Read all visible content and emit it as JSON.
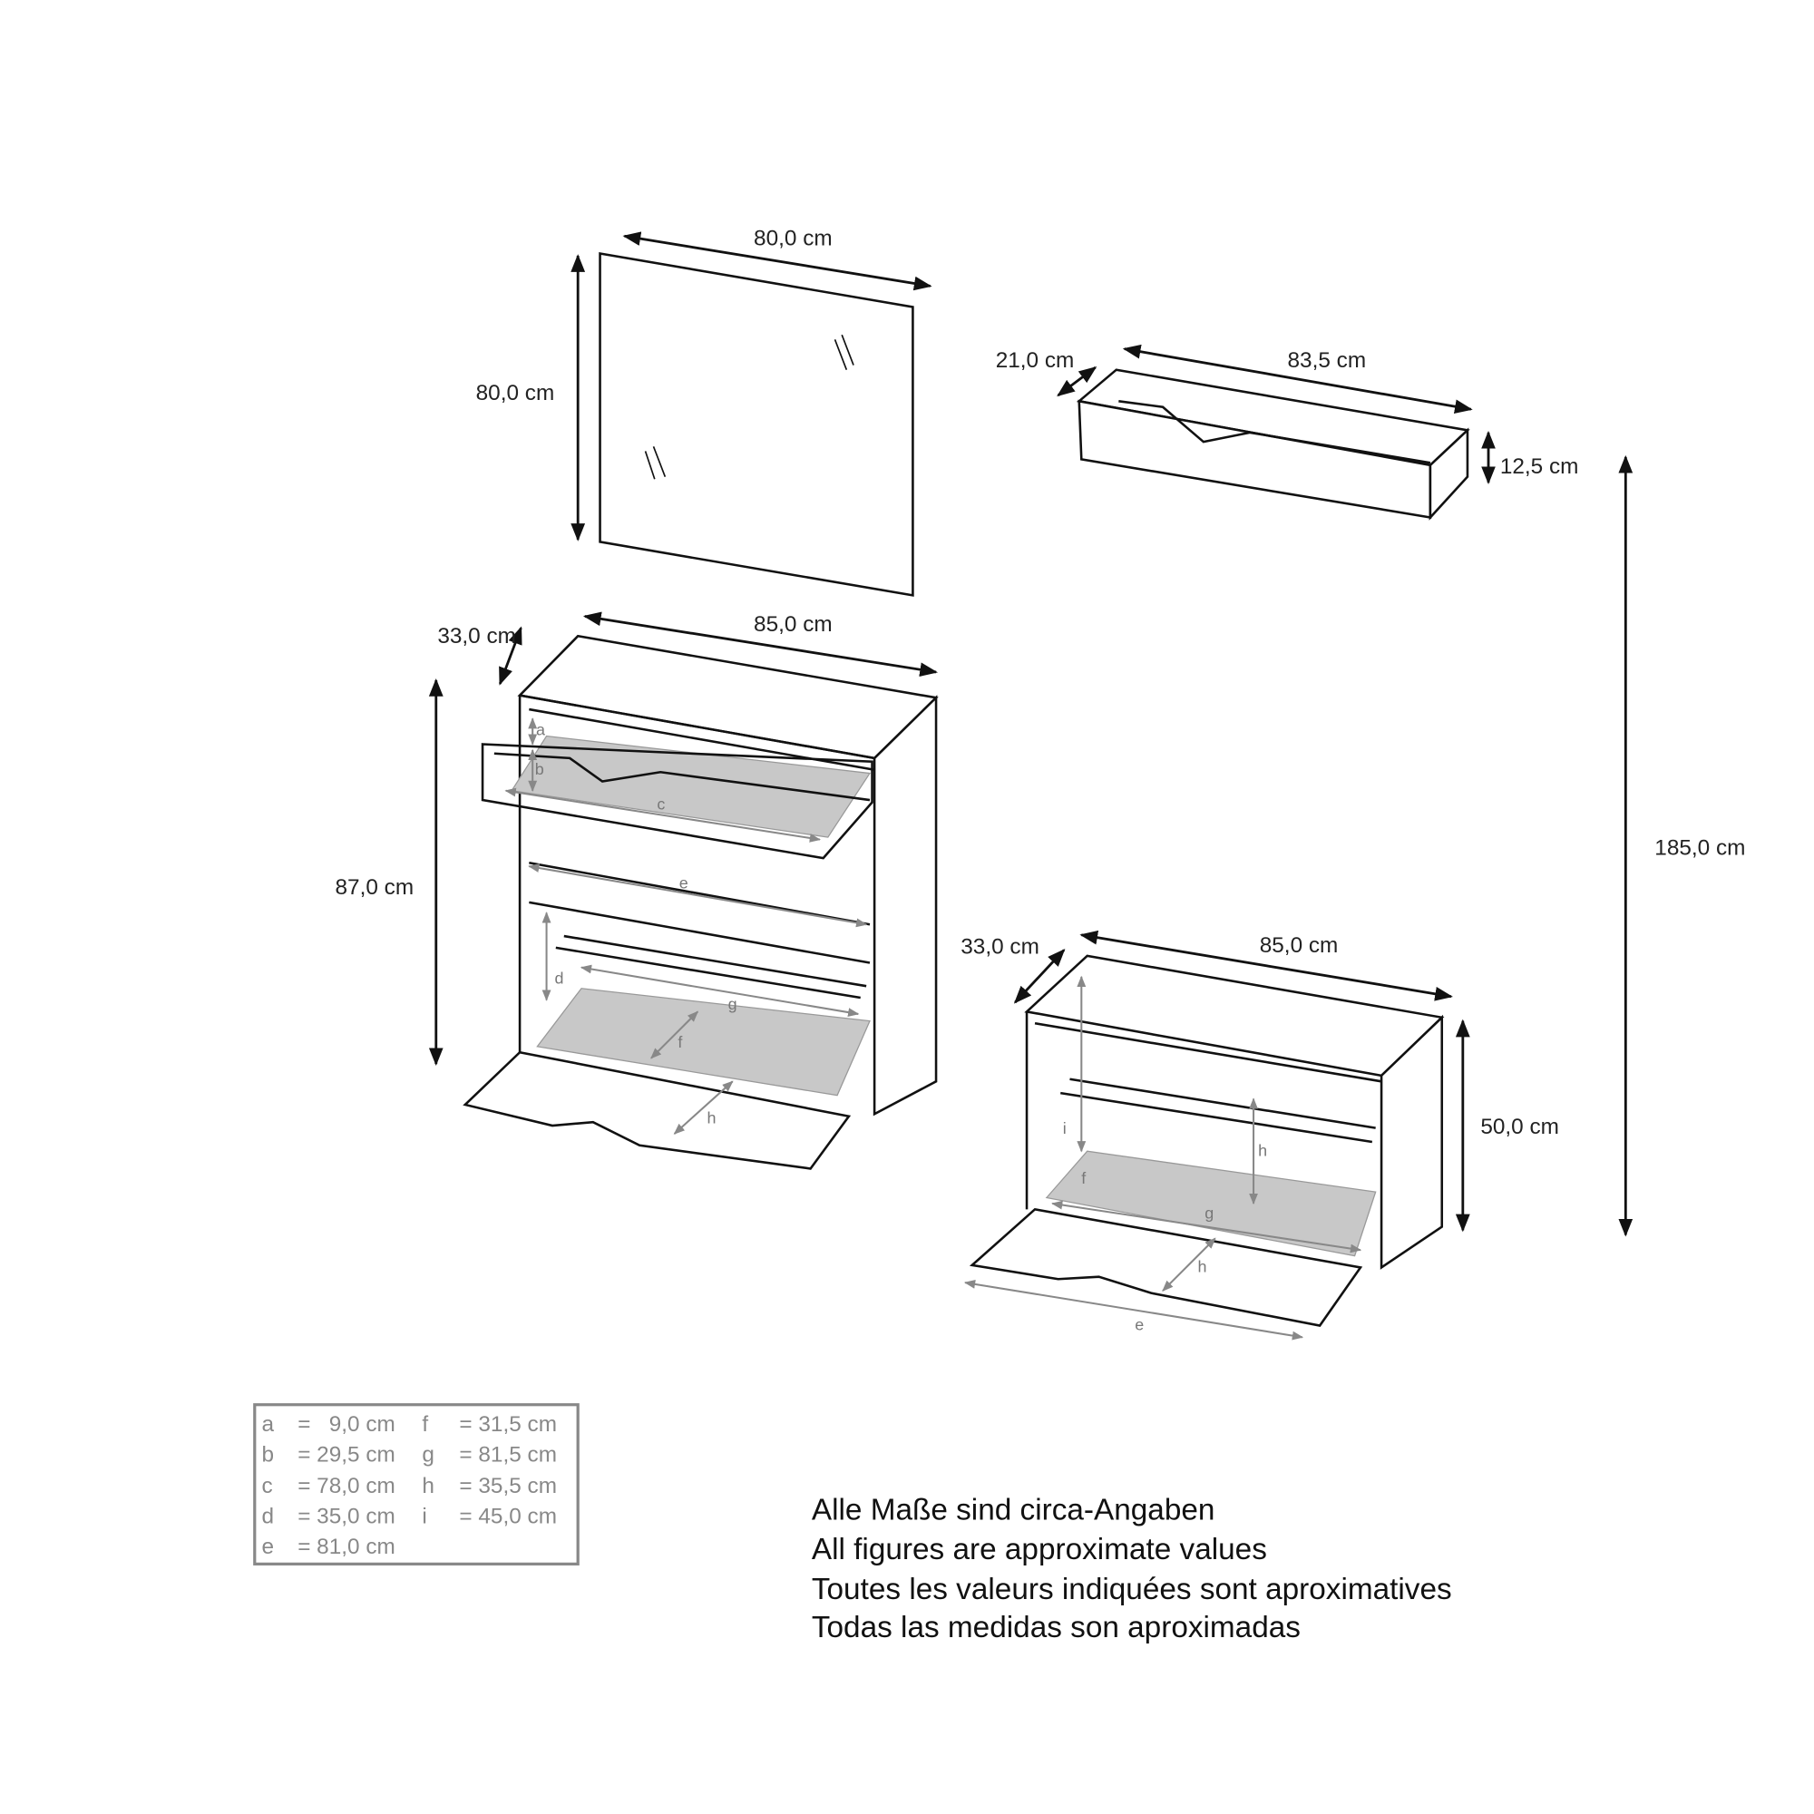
{
  "dimensions": {
    "mirror_width": "80,0 cm",
    "mirror_height": "80,0 cm",
    "shelf_depth": "21,0 cm",
    "shelf_width": "83,5 cm",
    "shelf_height": "12,5 cm",
    "total_height": "185,0 cm",
    "cabinet_large_depth": "33,0 cm",
    "cabinet_large_width": "85,0 cm",
    "cabinet_large_height": "87,0 cm",
    "cabinet_small_depth": "33,0 cm",
    "cabinet_small_width": "85,0 cm",
    "cabinet_small_height": "50,0 cm"
  },
  "inner_labels": {
    "a": "a",
    "b": "b",
    "c": "c",
    "d": "d",
    "e": "e",
    "f": "f",
    "g": "g",
    "h": "h",
    "i": "i"
  },
  "legend": [
    {
      "key": "a",
      "value": "=   9,0 cm"
    },
    {
      "key": "b",
      "value": "= 29,5 cm"
    },
    {
      "key": "c",
      "value": "= 78,0 cm"
    },
    {
      "key": "d",
      "value": "= 35,0 cm"
    },
    {
      "key": "e",
      "value": "= 81,0 cm"
    },
    {
      "key": "f",
      "value": "= 31,5 cm"
    },
    {
      "key": "g",
      "value": "= 81,5 cm"
    },
    {
      "key": "h",
      "value": "= 35,5 cm"
    },
    {
      "key": "i",
      "value": "= 45,0 cm"
    }
  ],
  "notes": [
    "Alle Maße sind circa-Angaben",
    "All figures are approximate values",
    "Toutes les valeurs indiquées sont aproximatives",
    "Todas las medidas son aproximadas"
  ]
}
